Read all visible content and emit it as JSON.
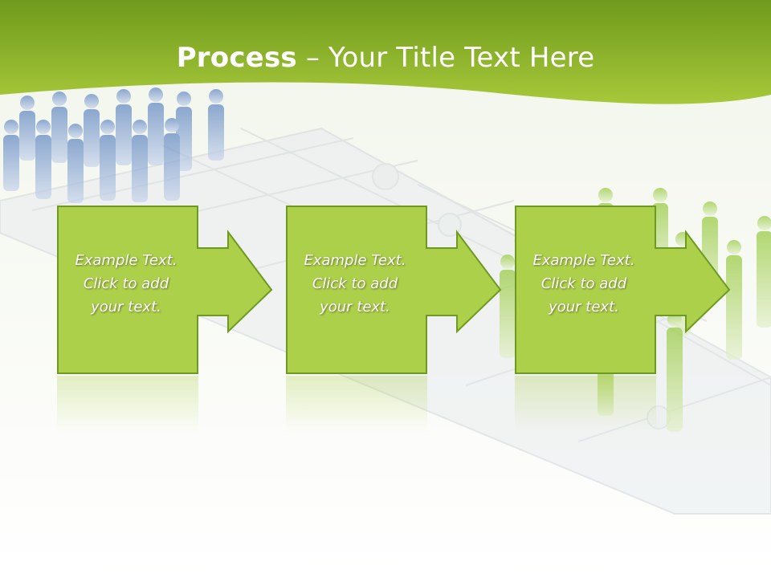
{
  "title": {
    "bold_part": "Process",
    "rest_part": " – Your Title Text Here"
  },
  "colors": {
    "header_green_dark": "#6f9a1c",
    "header_green_light": "#a7c83a",
    "box_fill": "#add04a",
    "box_stroke": "#6e9a22",
    "text": "#ffffff"
  },
  "steps": [
    {
      "line1": "Example Text.",
      "line2": "Click  to add",
      "line3": "your text."
    },
    {
      "line1": "Example Text.",
      "line2": "Click  to add",
      "line3": "your text."
    },
    {
      "line1": "Example Text.",
      "line2": "Click  to add",
      "line3": "your text."
    }
  ]
}
